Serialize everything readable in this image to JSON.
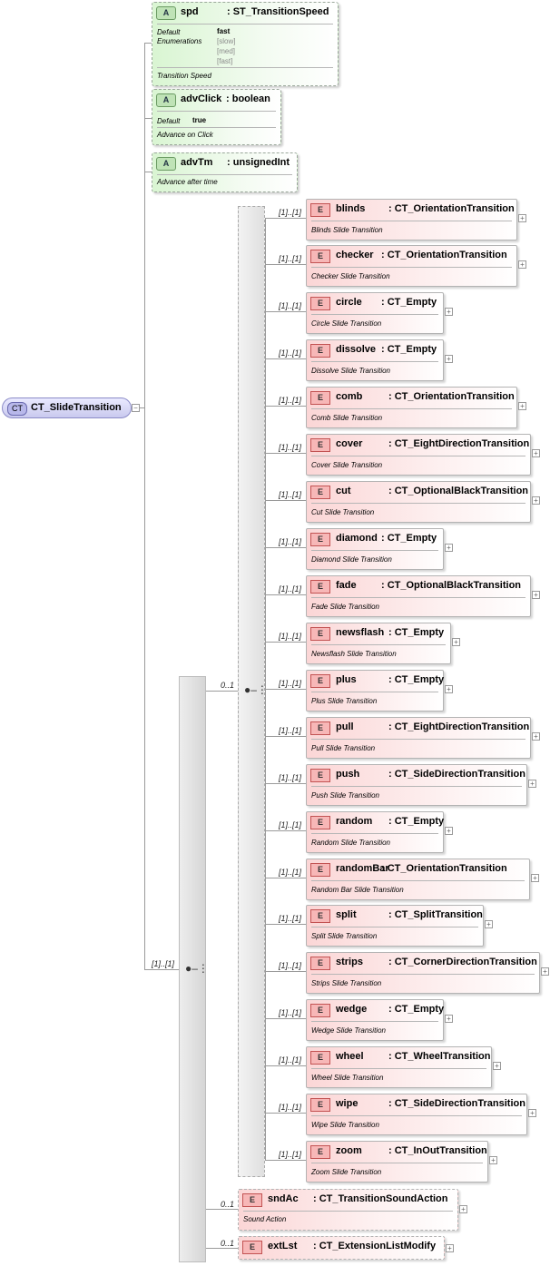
{
  "root": {
    "badge": "CT",
    "name": "CT_SlideTransition"
  },
  "attributes": [
    {
      "badge": "A",
      "name": "spd",
      "type": ": ST_TransitionSpeed",
      "default_label": "Default",
      "default_value": "fast",
      "enum_label": "Enumerations",
      "enumerations": [
        "[slow]",
        "[med]",
        "[fast]"
      ],
      "description": "Transition Speed"
    },
    {
      "badge": "A",
      "name": "advClick",
      "type": ": boolean",
      "default_label": "Default",
      "default_value": "true",
      "description": "Advance on Click"
    },
    {
      "badge": "A",
      "name": "advTm",
      "type": ": unsignedInt",
      "description": "Advance after time"
    }
  ],
  "sequence": {
    "occurrence": "[1]..[1]"
  },
  "choice": {
    "occurrence": "0..1"
  },
  "choice_elements": [
    {
      "badge": "E",
      "occurrence": "[1]..[1]",
      "name": "blinds",
      "type": ": CT_OrientationTransition",
      "description": "Blinds Slide Transition"
    },
    {
      "badge": "E",
      "occurrence": "[1]..[1]",
      "name": "checker",
      "type": ": CT_OrientationTransition",
      "description": "Checker Slide Transition"
    },
    {
      "badge": "E",
      "occurrence": "[1]..[1]",
      "name": "circle",
      "type": ": CT_Empty",
      "description": "Circle Slide Transition"
    },
    {
      "badge": "E",
      "occurrence": "[1]..[1]",
      "name": "dissolve",
      "type": ": CT_Empty",
      "description": "Dissolve Slide Transition"
    },
    {
      "badge": "E",
      "occurrence": "[1]..[1]",
      "name": "comb",
      "type": ": CT_OrientationTransition",
      "description": "Comb Slide Transition"
    },
    {
      "badge": "E",
      "occurrence": "[1]..[1]",
      "name": "cover",
      "type": ": CT_EightDirectionTransition",
      "description": "Cover Slide Transition"
    },
    {
      "badge": "E",
      "occurrence": "[1]..[1]",
      "name": "cut",
      "type": ": CT_OptionalBlackTransition",
      "description": "Cut Slide Transition"
    },
    {
      "badge": "E",
      "occurrence": "[1]..[1]",
      "name": "diamond",
      "type": ": CT_Empty",
      "description": "Diamond Slide Transition"
    },
    {
      "badge": "E",
      "occurrence": "[1]..[1]",
      "name": "fade",
      "type": ": CT_OptionalBlackTransition",
      "description": "Fade Slide Transition"
    },
    {
      "badge": "E",
      "occurrence": "[1]..[1]",
      "name": "newsflash",
      "type": ": CT_Empty",
      "description": "Newsflash Slide Transition"
    },
    {
      "badge": "E",
      "occurrence": "[1]..[1]",
      "name": "plus",
      "type": ": CT_Empty",
      "description": "Plus Slide Transition"
    },
    {
      "badge": "E",
      "occurrence": "[1]..[1]",
      "name": "pull",
      "type": ": CT_EightDirectionTransition",
      "description": "Pull Slide Transition"
    },
    {
      "badge": "E",
      "occurrence": "[1]..[1]",
      "name": "push",
      "type": ": CT_SideDirectionTransition",
      "description": "Push Slide Transition"
    },
    {
      "badge": "E",
      "occurrence": "[1]..[1]",
      "name": "random",
      "type": ": CT_Empty",
      "description": "Random Slide Transition"
    },
    {
      "badge": "E",
      "occurrence": "[1]..[1]",
      "name": "randomBar",
      "type": ": CT_OrientationTransition",
      "description": "Random Bar Slide Transition"
    },
    {
      "badge": "E",
      "occurrence": "[1]..[1]",
      "name": "split",
      "type": ": CT_SplitTransition",
      "description": "Split Slide Transition"
    },
    {
      "badge": "E",
      "occurrence": "[1]..[1]",
      "name": "strips",
      "type": ": CT_CornerDirectionTransition",
      "description": "Strips Slide Transition"
    },
    {
      "badge": "E",
      "occurrence": "[1]..[1]",
      "name": "wedge",
      "type": ": CT_Empty",
      "description": "Wedge Slide Transition"
    },
    {
      "badge": "E",
      "occurrence": "[1]..[1]",
      "name": "wheel",
      "type": ": CT_WheelTransition",
      "description": "Wheel Slide Transition"
    },
    {
      "badge": "E",
      "occurrence": "[1]..[1]",
      "name": "wipe",
      "type": ": CT_SideDirectionTransition",
      "description": "Wipe Slide Transition"
    },
    {
      "badge": "E",
      "occurrence": "[1]..[1]",
      "name": "zoom",
      "type": ": CT_InOutTransition",
      "description": "Zoom Slide Transition"
    }
  ],
  "sequence_elements": [
    {
      "badge": "E",
      "occurrence": "0..1",
      "name": "sndAc",
      "type": ": CT_TransitionSoundAction",
      "description": "Sound Action"
    },
    {
      "badge": "E",
      "occurrence": "0..1",
      "name": "extLst",
      "type": ": CT_ExtensionListModify"
    }
  ],
  "expand_symbol": "+",
  "collapse_symbol": "−"
}
